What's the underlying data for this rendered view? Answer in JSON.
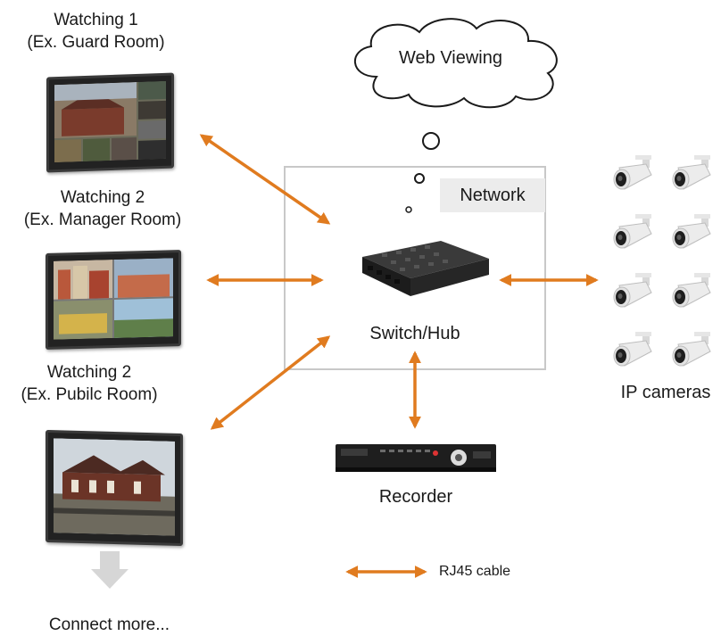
{
  "monitors": [
    {
      "title": "Watching 1",
      "subtitle": "(Ex. Guard Room)"
    },
    {
      "title": "Watching 2",
      "subtitle": "(Ex. Manager Room)"
    },
    {
      "title": "Watching 2",
      "subtitle": "(Ex. Pubilc Room)"
    }
  ],
  "cloud_label": "Web Viewing",
  "network_label": "Network",
  "switch_label": "Switch/Hub",
  "cameras_label": "IP cameras",
  "recorder_label": "Recorder",
  "legend_label": "RJ45 cable",
  "more_label": "Connect more...",
  "colors": {
    "cable": "#e07b1f",
    "network_box": "#c8c8c8",
    "arrow_grey": "#d6d6d6"
  }
}
